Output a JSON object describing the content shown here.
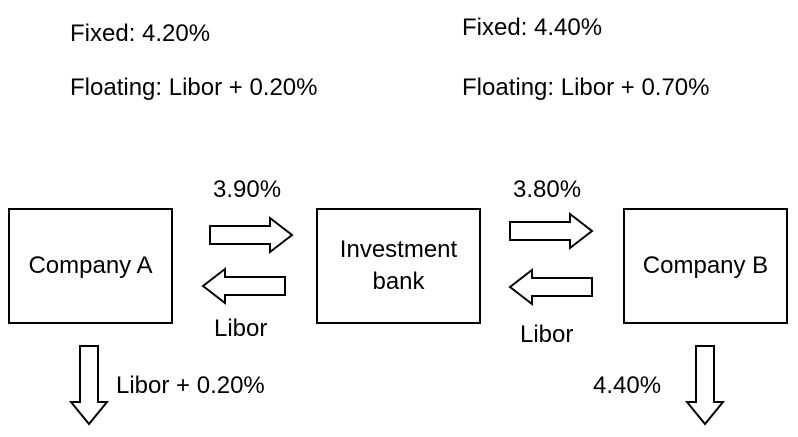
{
  "rates": {
    "company_a": {
      "fixed": "Fixed: 4.20%",
      "floating": "Floating: Libor + 0.20%"
    },
    "company_b": {
      "fixed": "Fixed: 4.40%",
      "floating": "Floating: Libor + 0.70%"
    }
  },
  "entities": {
    "company_a": "Company A",
    "bank_line1": "Investment",
    "bank_line2": "bank",
    "company_b": "Company B"
  },
  "flows": {
    "a_to_bank": "3.90%",
    "bank_to_a": "Libor",
    "bank_to_b": "3.80%",
    "b_to_bank": "Libor",
    "a_external": "Libor + 0.20%",
    "b_external": "4.40%"
  }
}
